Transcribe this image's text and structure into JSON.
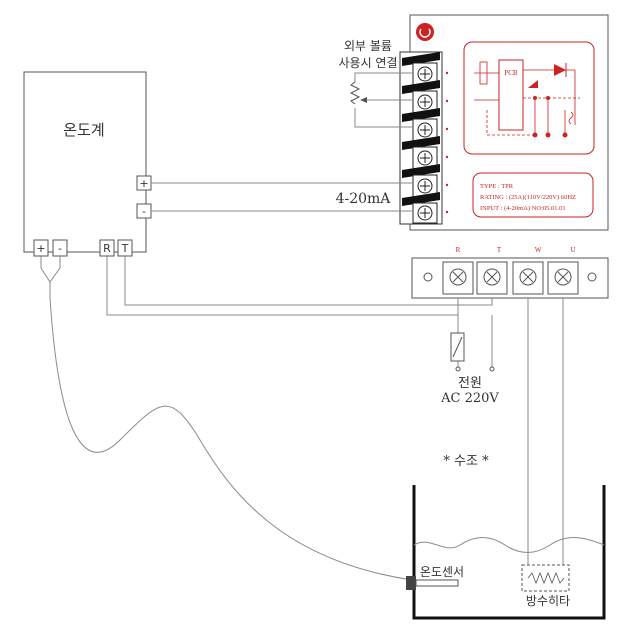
{
  "thermometer": {
    "title": "온도계",
    "plus_terminal": "+",
    "minus_terminal": "-",
    "bottom_terminals": [
      "+",
      "-",
      "R",
      "T"
    ]
  },
  "controller": {
    "external_volume_label_1": "외부 볼륨",
    "external_volume_label_2": "사용시 연결",
    "signal_label": "4-20mA",
    "pcb_label": "PCB",
    "info_lines": [
      "TYPE : TPR",
      "RATING : (25A)(110V/220V) 60HZ",
      "INPUT : (4-20mA)  NO:05.01.01"
    ],
    "bottom_terminal_labels": [
      "R",
      "T",
      "W",
      "U"
    ]
  },
  "power": {
    "label_1": "전원",
    "label_2": "AC 220V"
  },
  "tank": {
    "title": "* 수조 *",
    "sensor_label": "온도센서",
    "heater_label": "방수히타"
  },
  "colors": {
    "accent_red": "#cc2222",
    "line": "#555555",
    "wire": "#8a8a8a"
  }
}
